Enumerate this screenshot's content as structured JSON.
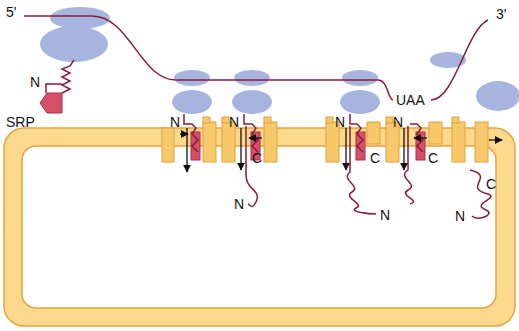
{
  "diagram": {
    "labels": [
      "5'",
      "3'",
      "N",
      "SRP",
      "UAA",
      "N",
      "N",
      "C",
      "N",
      "N",
      "C",
      "N",
      "N",
      "C",
      "C",
      "N"
    ]
  }
}
